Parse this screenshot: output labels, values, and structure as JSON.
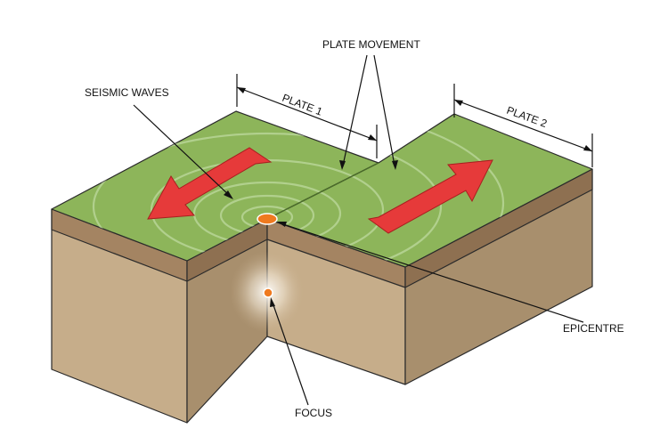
{
  "labels": {
    "plate_movement": "PLATE MOVEMENT",
    "seismic_waves": "SEISMIC WAVES",
    "plate_1": "PLATE 1",
    "plate_2": "PLATE 2",
    "epicentre": "EPICENTRE",
    "focus": "FOCUS"
  },
  "colors": {
    "surface": "#8db55a",
    "topsoil_face": "#a48462",
    "rock_face": "#c6ad8a",
    "rock_shadow": "#a88f6d",
    "arrow": "#e63a3a",
    "epicentre_dot": "#ef7a1f",
    "wave": "#cfe6b8"
  }
}
